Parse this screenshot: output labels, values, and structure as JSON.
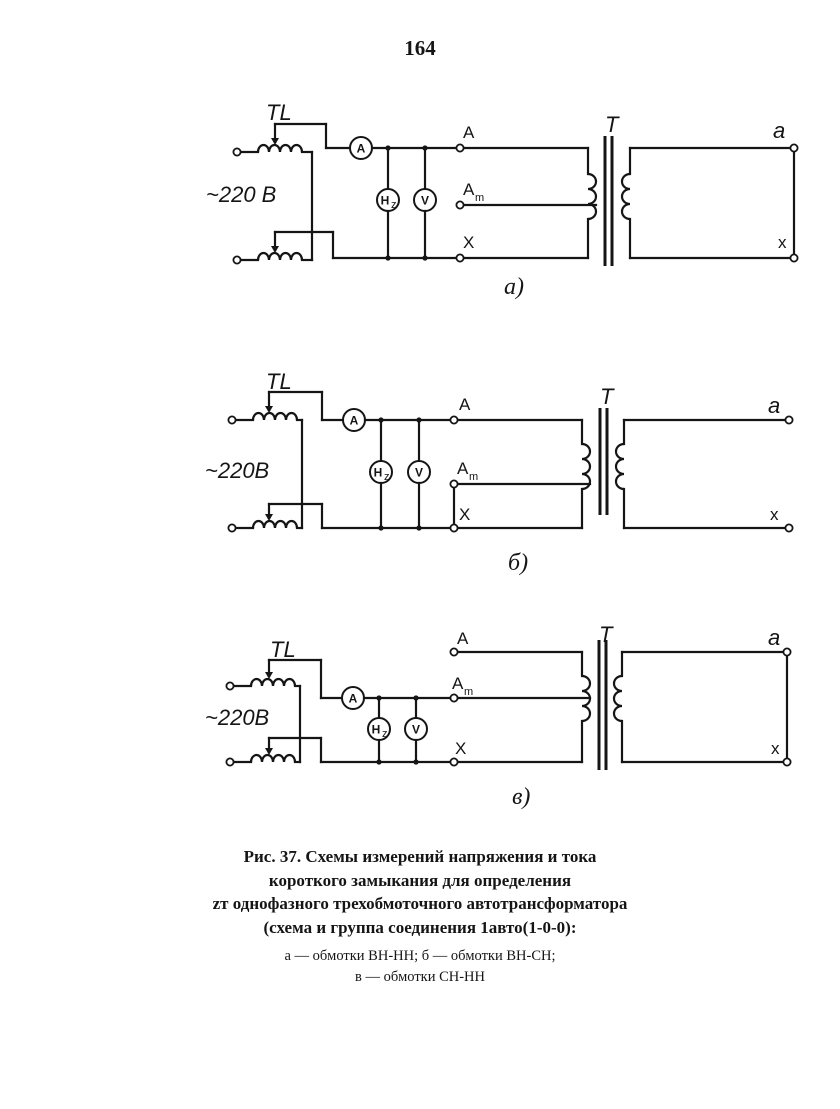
{
  "page_number": "164",
  "diagrams": [
    {
      "id": "a",
      "sublabel": "а)",
      "source_label": "~220 B",
      "regulator_label": "TL",
      "transformer_label": "T",
      "terminals": {
        "A": "A",
        "Am_main": "A",
        "Am_sub": "m",
        "X": "X",
        "a": "a",
        "x": "x"
      },
      "meters": {
        "ammeter": "A",
        "freq_main": "H",
        "freq_sub": "z",
        "voltmeter": "V"
      }
    },
    {
      "id": "b",
      "sublabel": "б)",
      "source_label": "~220B",
      "regulator_label": "TL",
      "transformer_label": "T",
      "terminals": {
        "A": "A",
        "Am_main": "A",
        "Am_sub": "m",
        "X": "X",
        "a": "a",
        "x": "x"
      },
      "meters": {
        "ammeter": "A",
        "freq_main": "H",
        "freq_sub": "z",
        "voltmeter": "V"
      }
    },
    {
      "id": "v",
      "sublabel": "в)",
      "source_label": "~220B",
      "regulator_label": "TL",
      "transformer_label": "T",
      "terminals": {
        "A": "A",
        "Am_main": "A",
        "Am_sub": "m",
        "X": "X",
        "a": "a",
        "x": "x"
      },
      "meters": {
        "ammeter": "A",
        "freq_main": "H",
        "freq_sub": "z",
        "voltmeter": "V"
      }
    }
  ],
  "caption": {
    "lines": [
      "Рис. 37. Схемы измерений напряжения и тока",
      "короткого замыкания для определения",
      "zт однофазного трехобмоточного автотрансформатора",
      "(схема и группа соединения 1авто(1-0-0):"
    ],
    "sub_lines": [
      "а — обмотки ВН-НН; б — обмотки ВН-СН;",
      "в — обмотки СН-НН"
    ]
  }
}
